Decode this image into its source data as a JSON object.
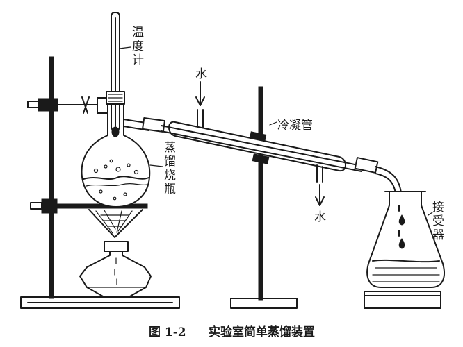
{
  "labels": {
    "thermometer": "温度计",
    "flask": "蒸馏烧瓶",
    "condenser": "冷凝管",
    "water_in": "水",
    "water_out": "水",
    "receiver": "接受器"
  },
  "caption": {
    "figure_number": "图 1-2",
    "title": "实验室简单蒸馏装置"
  }
}
